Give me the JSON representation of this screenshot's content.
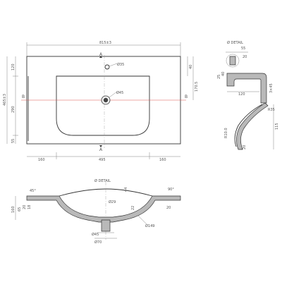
{
  "top_view": {
    "overall_width": "815±3",
    "section_mark": "A",
    "side_section_mark": "B",
    "tap_hole_dia": "Ø35",
    "drain_hole_dia": "Ø45",
    "left_dims": [
      "120",
      "465±3",
      "290",
      "55"
    ],
    "right_dims": [
      "40",
      "170.5"
    ],
    "bottom_dims": [
      "160",
      "495",
      "160"
    ]
  },
  "side_section": {
    "label": "Ø DETAIL",
    "small_dims": [
      "55",
      "20",
      "25",
      "40",
      "120",
      "3×45"
    ],
    "curve_dims": [
      "R10.0",
      "R35",
      "115",
      "20"
    ]
  },
  "front_section": {
    "label": "Ø DETAIL",
    "height_dims": [
      "160",
      "65",
      "20",
      "18"
    ],
    "angle_dims": [
      "45°",
      "90°",
      "20"
    ],
    "mid_dims": [
      "44",
      "Ø29",
      "Ø149",
      "22"
    ],
    "drain_dims": [
      "Ø45",
      "Ø70"
    ]
  }
}
